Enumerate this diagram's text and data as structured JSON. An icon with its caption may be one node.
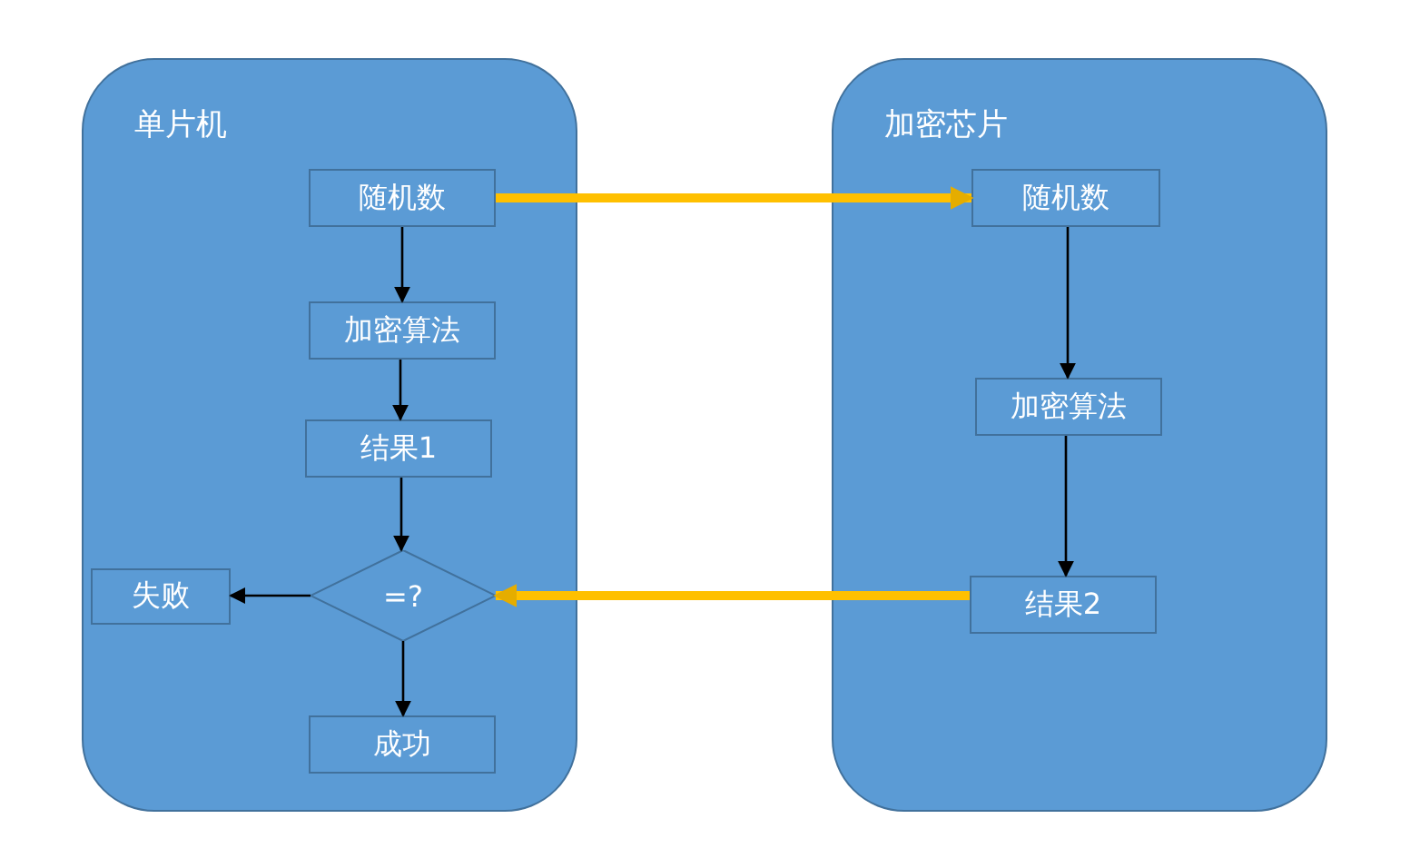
{
  "diagram": {
    "nodes": [
      {
        "text": [
          "单片机"
        ]
      },
      {
        "text": [
          "随机数"
        ],
        "in": 0
      },
      {
        "text": [
          "加密算法"
        ],
        "in": 0
      },
      {
        "text": [
          "结果1"
        ],
        "in": 0
      },
      {
        "text": [
          "=?"
        ],
        "in": 0
      },
      {
        "text": [
          "失败"
        ],
        "in": 0
      },
      {
        "text": [
          "成功"
        ],
        "in": 0
      },
      {
        "text": [
          "加密芯片"
        ]
      },
      {
        "text": [
          "随机数"
        ],
        "in": 7
      },
      {
        "text": [
          "加密算法"
        ],
        "in": 7
      },
      {
        "text": [
          "结果2"
        ],
        "in": 7
      }
    ],
    "edges": [
      {
        "from": 1,
        "to": 2,
        "arrow": "to"
      },
      {
        "from": 2,
        "to": 3,
        "arrow": "to"
      },
      {
        "from": 3,
        "to": 4,
        "arrow": "to"
      },
      {
        "from": 4,
        "to": 5,
        "arrow": "to"
      },
      {
        "from": 4,
        "to": 6,
        "arrow": "to"
      },
      {
        "from": 1,
        "to": 8,
        "arrow": "to",
        "style": "thick",
        "color": "#ffc000"
      },
      {
        "from": 8,
        "to": 9,
        "arrow": "to"
      },
      {
        "from": 9,
        "to": 10,
        "arrow": "to"
      },
      {
        "from": 10,
        "to": 4,
        "arrow": "to",
        "style": "thick",
        "color": "#ffc000"
      }
    ]
  }
}
